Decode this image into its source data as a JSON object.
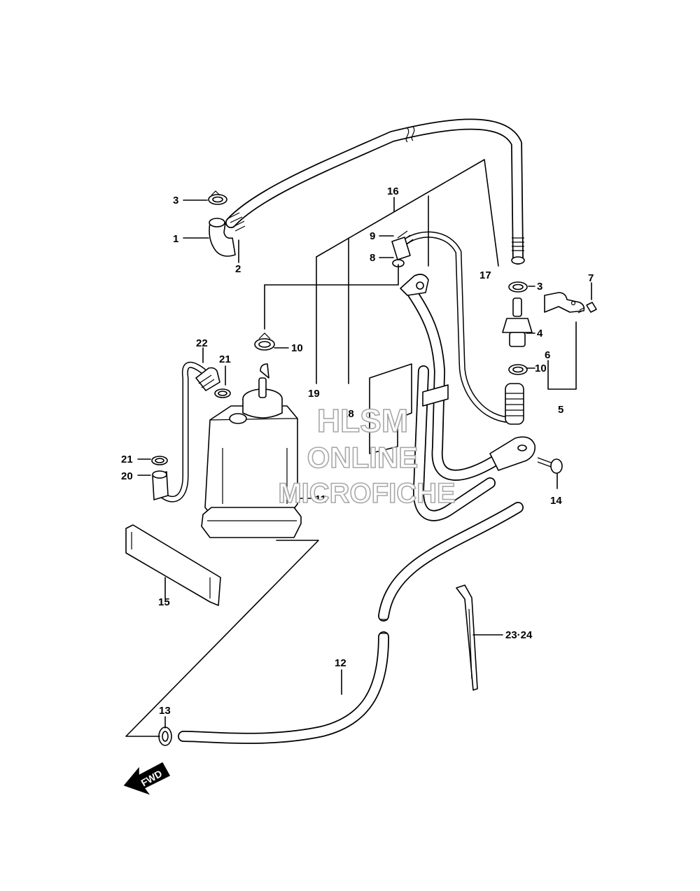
{
  "diagram": {
    "callouts": {
      "c1": "1",
      "c2": "2",
      "c3a": "3",
      "c3b": "3",
      "c4": "4",
      "c5": "5",
      "c6": "6",
      "c7": "7",
      "c8": "8",
      "c9": "9",
      "c10a": "10",
      "c10b": "10",
      "c11": "11",
      "c12": "12",
      "c13": "13",
      "c14": "14",
      "c15": "15",
      "c16": "16",
      "c17": "17",
      "c18": "18",
      "c19": "19",
      "c20": "20",
      "c21a": "21",
      "c21b": "21",
      "c22": "22",
      "c2324": "23·24"
    },
    "fwd_label": "FWD",
    "watermark": {
      "line1": "HLSM",
      "line2": "ONLINE",
      "line3": "MICROFICHE"
    }
  }
}
